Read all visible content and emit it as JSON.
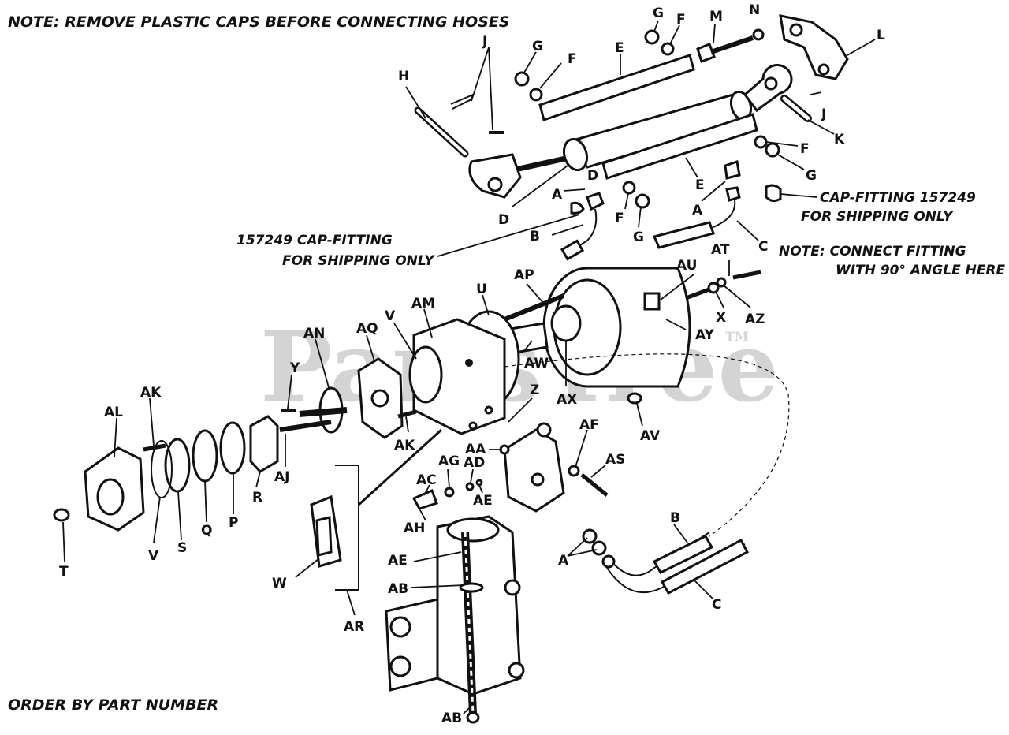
{
  "notes": {
    "top": "NOTE: REMOVE PLASTIC CAPS BEFORE CONNECTING HOSES",
    "bottom": "ORDER BY PART NUMBER",
    "cap_fitting_right_1": "CAP-FITTING 157249",
    "cap_fitting_right_2": "FOR SHIPPING ONLY",
    "cap_fitting_left_1": "157249 CAP-FITTING",
    "cap_fitting_left_2": "FOR SHIPPING ONLY",
    "connect_1": "NOTE: CONNECT FITTING",
    "connect_2": "WITH 90° ANGLE HERE"
  },
  "watermark": {
    "text": "PartsTree",
    "tm": "TM"
  },
  "labels": {
    "G1": "G",
    "F1": "F",
    "M": "M",
    "N": "N",
    "L": "L",
    "J1": "J",
    "G2": "G",
    "F2": "F",
    "E1": "E",
    "H": "H",
    "J2": "J",
    "K": "K",
    "F3": "F",
    "G3": "G",
    "E2": "E",
    "D1": "D",
    "A1": "A",
    "D2": "D",
    "B1": "B",
    "F4": "F",
    "G4": "G",
    "A2": "A",
    "C1": "C",
    "AT": "AT",
    "AU": "AU",
    "AP": "AP",
    "U": "U",
    "AM": "AM",
    "AN": "AN",
    "AQ": "AQ",
    "V1": "V",
    "Y": "Y",
    "AK1": "AK",
    "AL": "AL",
    "AW": "AW",
    "AX": "AX",
    "AY": "AY",
    "X": "X",
    "AZ": "AZ",
    "Z": "Z",
    "AV": "AV",
    "AF": "AF",
    "AK2": "AK",
    "AA": "AA",
    "AS": "AS",
    "AJ": "AJ",
    "R": "R",
    "P": "P",
    "Q": "Q",
    "S": "S",
    "V2": "V",
    "T": "T",
    "AG": "AG",
    "AC": "AC",
    "AD": "AD",
    "AE1": "AE",
    "AH": "AH",
    "W": "W",
    "AR": "AR",
    "AE2": "AE",
    "AB1": "AB",
    "AB2": "AB",
    "B2": "B",
    "A3": "A",
    "C2": "C"
  }
}
